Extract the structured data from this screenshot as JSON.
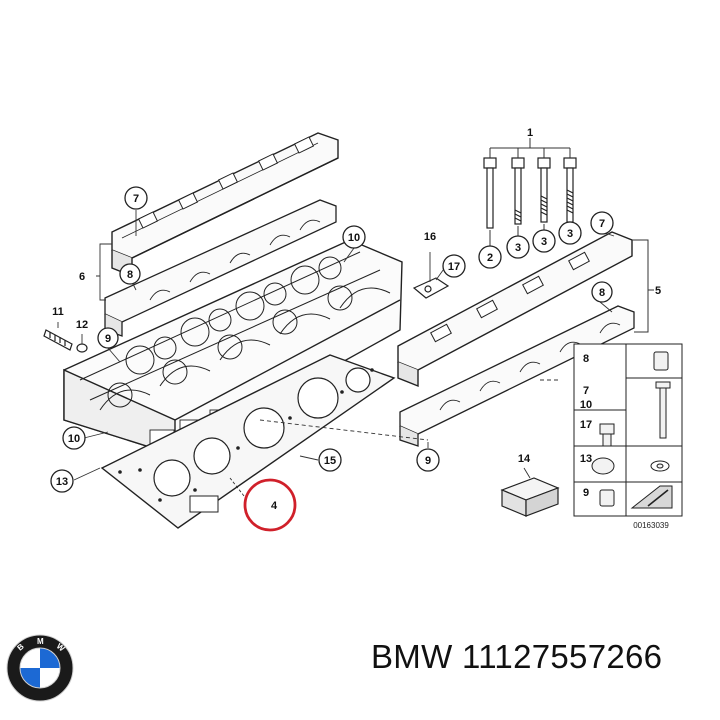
{
  "callouts": {
    "c1": "1",
    "c2": "2",
    "c3a": "3",
    "c3b": "3",
    "c3c": "3",
    "c4": "4",
    "c5": "5",
    "c6": "6",
    "c7a": "7",
    "c7b": "7",
    "c7c": "7",
    "c8a": "8",
    "c8b": "8",
    "c8c": "8",
    "c9a": "9",
    "c9b": "9",
    "c9c": "9",
    "c10a": "10",
    "c10b": "10",
    "c10c": "10",
    "c11": "11",
    "c12": "12",
    "c13a": "13",
    "c13b": "13",
    "c14": "14",
    "c15": "15",
    "c16": "16",
    "c17a": "17",
    "c17b": "17"
  },
  "drawing_code": "00163039",
  "part_number": "BMW 11127557266",
  "logo": {
    "icon": "bmw-roundel-icon",
    "letters": "BMW",
    "colors": {
      "blue": "#1c69d4",
      "white": "#ffffff",
      "ring": "#1a1a1a"
    }
  },
  "highlight_color": "#d0202a"
}
